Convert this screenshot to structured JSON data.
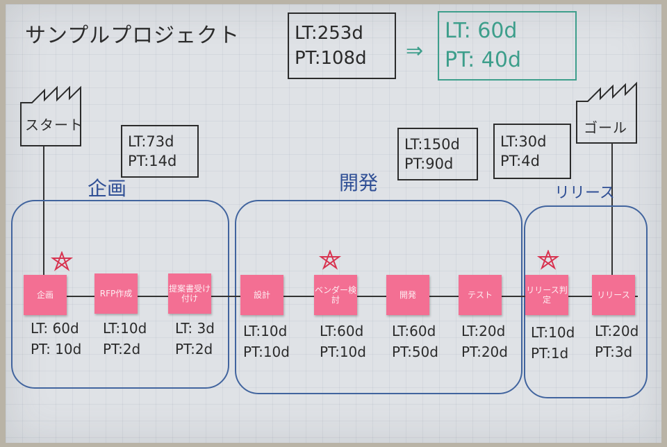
{
  "title": "サンプルプロジェクト",
  "summary": {
    "current": {
      "lt": "LT:253d",
      "pt": "PT:108d"
    },
    "arrow": "⇒",
    "target": {
      "lt": "LT: 60d",
      "pt": "PT: 40d"
    }
  },
  "start_label": "スタート",
  "goal_label": "ゴール",
  "phases": {
    "planning": {
      "label": "企画",
      "lt": "LT:73d",
      "pt": "PT:14d"
    },
    "development": {
      "label": "開発",
      "lt": "LT:150d",
      "pt": "PT:90d"
    },
    "release": {
      "label": "リリース",
      "lt": "LT:30d",
      "pt": "PT:4d"
    }
  },
  "steps": [
    {
      "label": "企画",
      "lt": "LT: 60d",
      "pt": "PT: 10d"
    },
    {
      "label": "RFP作成",
      "lt": "LT:10d",
      "pt": "PT:2d"
    },
    {
      "label": "提案書受け付け",
      "lt": "LT: 3d",
      "pt": "PT:2d"
    },
    {
      "label": "設計",
      "lt": "LT:10d",
      "pt": "PT:10d"
    },
    {
      "label": "ベンダー検討",
      "lt": "LT:60d",
      "pt": "PT:10d"
    },
    {
      "label": "開発",
      "lt": "LT:60d",
      "pt": "PT:50d"
    },
    {
      "label": "テスト",
      "lt": "LT:20d",
      "pt": "PT:20d"
    },
    {
      "label": "リリース判定",
      "lt": "LT:10d",
      "pt": "PT:1d"
    },
    {
      "label": "リリース",
      "lt": "LT:20d",
      "pt": "PT:3d"
    }
  ],
  "colors": {
    "sticky": "#f36f93",
    "phase_border": "#41649e",
    "target": "#3d9e8b",
    "star": "#d8324f"
  }
}
